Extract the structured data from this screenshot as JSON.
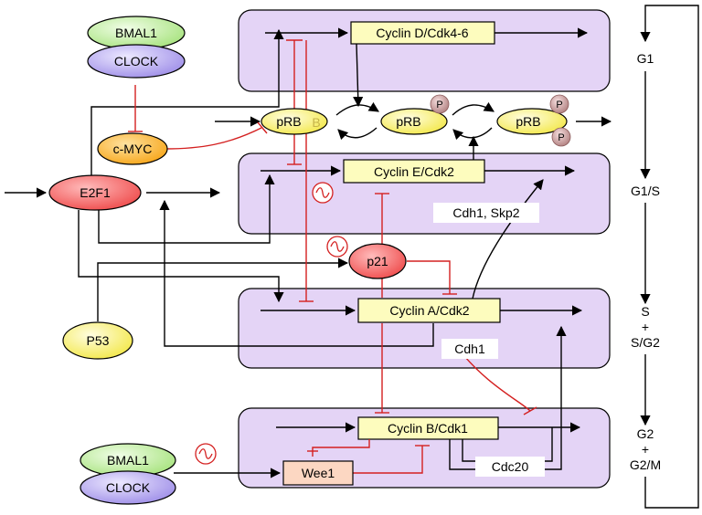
{
  "diagram": {
    "phases": {
      "g1": "G1",
      "g1s": "G1/S",
      "s": "S",
      "s_plus": "+",
      "sg2": "S/G2",
      "g2": "G2",
      "g2_plus": "+",
      "g2m": "G2/M"
    },
    "complexes": {
      "cycd": "Cyclin D/Cdk4-6",
      "cyce": "Cyclin E/Cdk2",
      "cyca": "Cyclin A/Cdk2",
      "cycb": "Cyclin B/Cdk1"
    },
    "nodes": {
      "bmal1_top": "BMAL1",
      "clock_top": "CLOCK",
      "bmal1_bottom": "BMAL1",
      "clock_bottom": "CLOCK",
      "cmyc": "c-MYC",
      "e2f1": "E2F1",
      "p53": "P53",
      "p21": "p21",
      "wee1": "Wee1",
      "prb1": "pRB",
      "prb1_ghost": "B",
      "prb2": "pRB",
      "prb3": "pRB",
      "phos": "P"
    },
    "labels": {
      "cdh1_skp2": "Cdh1, Skp2",
      "cdh1": "Cdh1",
      "cdc20": "Cdc20"
    },
    "colors": {
      "panel": "#e4d4f6",
      "complex": "#fdfcbe",
      "red_node": "#f56262",
      "prb": "#f8f075",
      "cmyc": "#fdb72c",
      "bmal1": "#bdf0a0",
      "clock": "#b5a8f0",
      "wee1": "#fcd7c2",
      "p53": "#fbf189",
      "inhibit": "#d42020"
    }
  }
}
